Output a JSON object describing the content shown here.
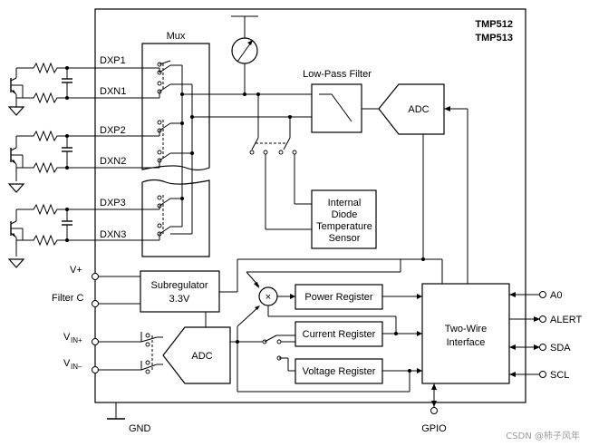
{
  "chip": {
    "part1": "TMP512",
    "part2": "TMP513"
  },
  "mux": {
    "title": "Mux",
    "pins": [
      "DXP1",
      "DXN1",
      "DXP2",
      "DXN2",
      "DXP3",
      "DXN3"
    ]
  },
  "low_pass_filter": "Low-Pass Filter",
  "adc_top": "ADC",
  "internal_sensor": [
    "Internal",
    "Diode",
    "Temperature",
    "Sensor"
  ],
  "left_pins": {
    "vplus": "V+",
    "filter_c": "Filter C",
    "vin_plus_main": "V",
    "vin_plus_sub": "IN+",
    "vin_minus_main": "V",
    "vin_minus_sub": "IN–"
  },
  "subregulator": [
    "Subregulator",
    "3.3V"
  ],
  "adc_bottom": "ADC",
  "multiplier": "×",
  "registers": {
    "power": "Power Register",
    "current": "Current Register",
    "voltage": "Voltage Register"
  },
  "interface": [
    "Two-Wire",
    "Interface"
  ],
  "right_pins": [
    "A0",
    "ALERT",
    "SDA",
    "SCL"
  ],
  "bottom_pins": {
    "gnd": "GND",
    "gpio": "GPIO"
  },
  "watermark": "CSDN @柿子风年"
}
